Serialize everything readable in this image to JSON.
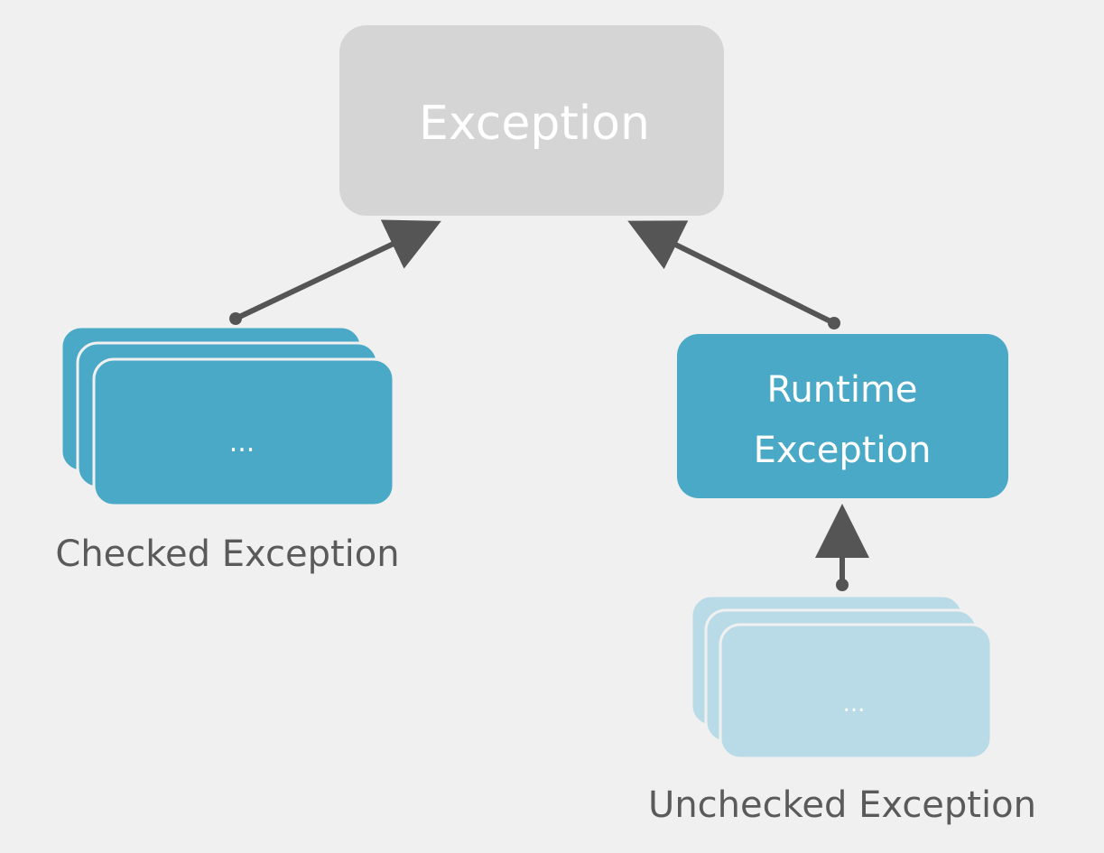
{
  "nodes": {
    "exception": {
      "label": "Exception",
      "color": "#d5d5d5"
    },
    "runtime_exception": {
      "label_line1": "Runtime",
      "label_line2": "Exception",
      "color": "#4aa9c6"
    },
    "checked_stack": {
      "label": "...",
      "color": "#4aa9c6",
      "caption": "Checked Exception"
    },
    "unchecked_stack": {
      "label": "...",
      "color": "#b8dbe7",
      "caption": "Unchecked Exception"
    }
  },
  "colors": {
    "background": "#f0f0f0",
    "arrow": "#555555",
    "caption_text": "#5a5a5a",
    "box_text": "#ffffff"
  }
}
